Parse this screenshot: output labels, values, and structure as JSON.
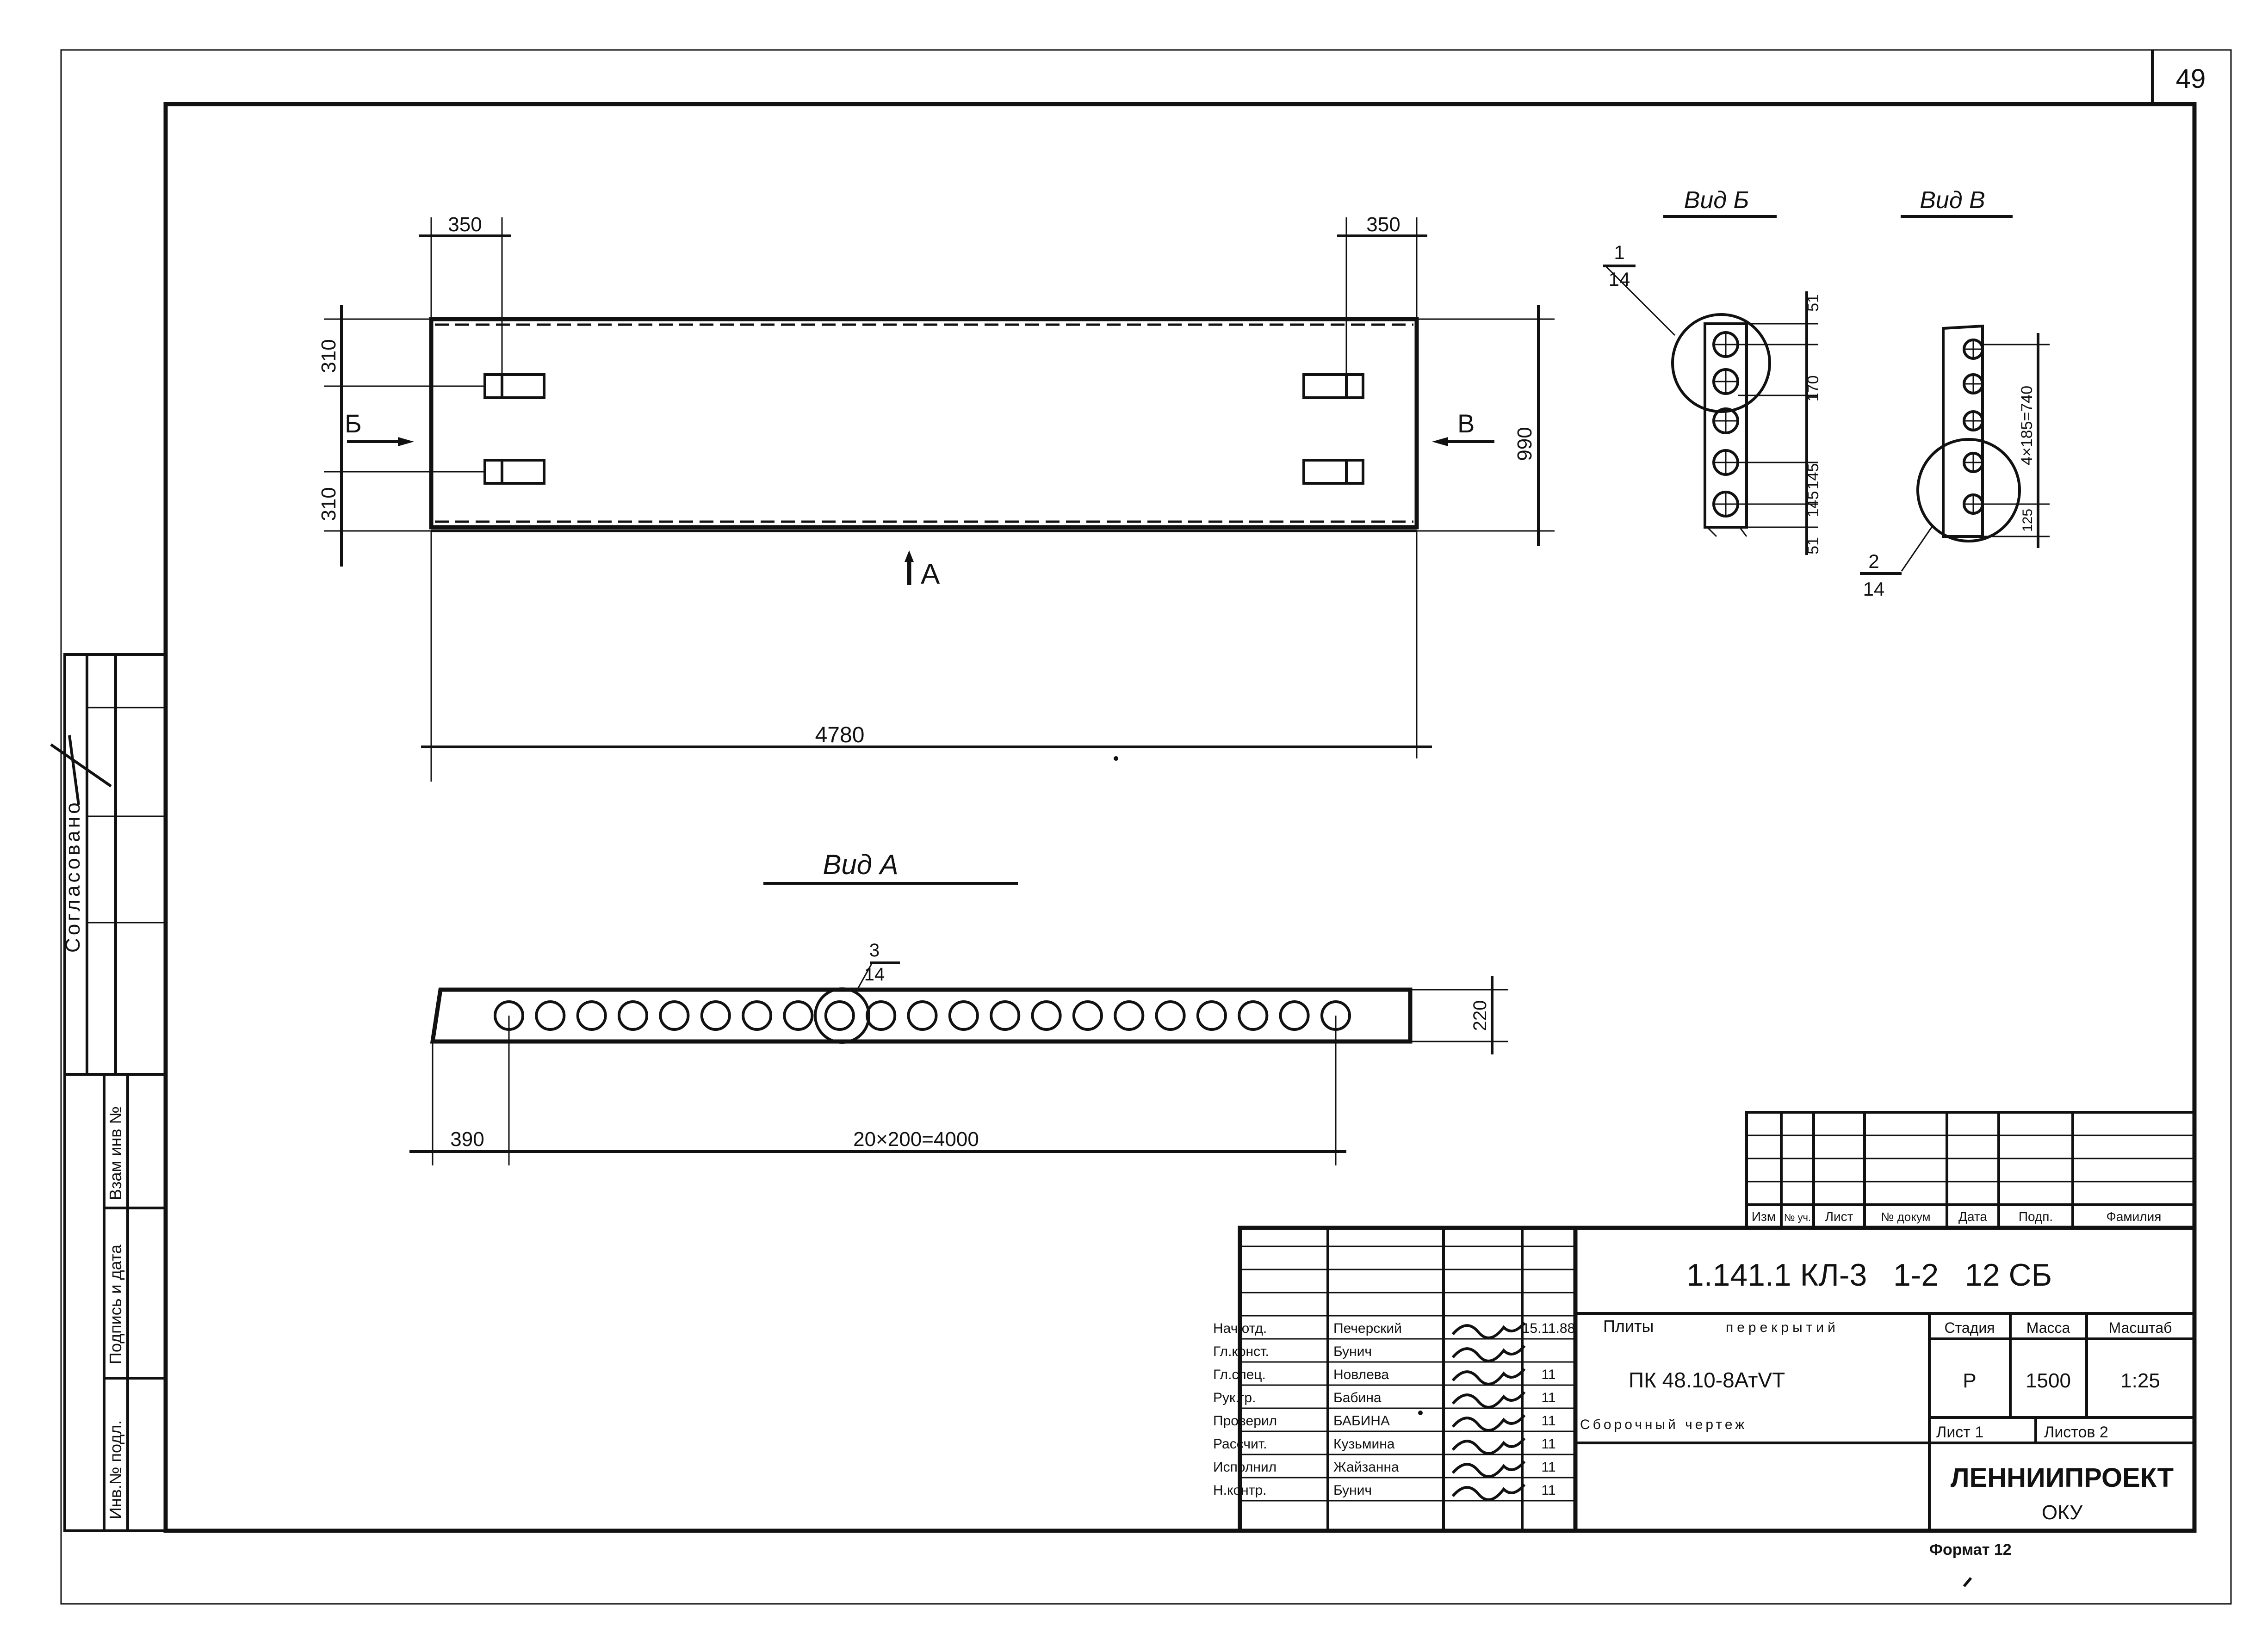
{
  "sheet": {
    "page_number": "49"
  },
  "side_stamp": {
    "agreed": "Согласовано",
    "col_swap": "Взам инв №",
    "col_sign_date": "Подпись и дата",
    "col_inv": "Инв.№ подл."
  },
  "views": {
    "plan": {
      "dims": {
        "left_top": "350",
        "right_top": "350",
        "left_upper": "310",
        "left_lower": "310",
        "height": "990",
        "length": "4780"
      },
      "arrow_b": "Б",
      "arrow_v": "В",
      "arrow_a": "А"
    },
    "view_b": {
      "title": "Вид Б",
      "callout_num": "1",
      "callout_den": "14",
      "dims": {
        "d1": "51",
        "d2": "170",
        "d3": "145",
        "d4": "145",
        "d5": "51"
      }
    },
    "view_v": {
      "title": "Вид В",
      "callout_num": "2",
      "callout_den": "14",
      "dims": {
        "d1": "4×185=740",
        "d2": "125"
      }
    },
    "view_a": {
      "title": "Вид А",
      "callout_num": "3",
      "callout_den": "14",
      "dims": {
        "height": "220",
        "edge": "390",
        "spacing": "20×200=4000"
      },
      "hole_count": 21
    }
  },
  "rev_table": {
    "headers": [
      "Изм",
      "№ уч.",
      "Лист",
      "№ докум",
      "Дата",
      "Подп.",
      "Фамилия"
    ]
  },
  "title_block": {
    "designation": "1.141.1 КЛ-3   1-2   12 СБ",
    "name_line1_a": "Плиты",
    "name_line1_b": "перекрытий",
    "name_line2": "ПК 48.10-8АтVТ",
    "name_line3": "Сборочный чертеж",
    "stage_label": "Стадия",
    "mass_label": "Масса",
    "scale_label": "Масштаб",
    "stage": "Р",
    "mass": "1500",
    "scale": "1:25",
    "sheet_label": "Лист 1",
    "sheets_label": "Листов 2",
    "org": "ЛЕННИИПРОЕКТ",
    "dept": "ОКУ",
    "format": "Формат 12",
    "people": [
      {
        "role": "Нач.отд.",
        "name": "Печерский",
        "date": "15.11.88"
      },
      {
        "role": "Гл.конст.",
        "name": "Бунич",
        "date": ""
      },
      {
        "role": "Гл.спец.",
        "name": "Новлева",
        "date": "11"
      },
      {
        "role": "Рук.гр.",
        "name": "Бабина",
        "date": "11"
      },
      {
        "role": "Проверил",
        "name": "БАБИНА",
        "date": "11"
      },
      {
        "role": "Рассчит.",
        "name": "Кузьмина",
        "date": "11"
      },
      {
        "role": "Исполнил",
        "name": "Жайзанна",
        "date": "11"
      },
      {
        "role": "Н.контр.",
        "name": "Бунич",
        "date": "11"
      }
    ]
  }
}
